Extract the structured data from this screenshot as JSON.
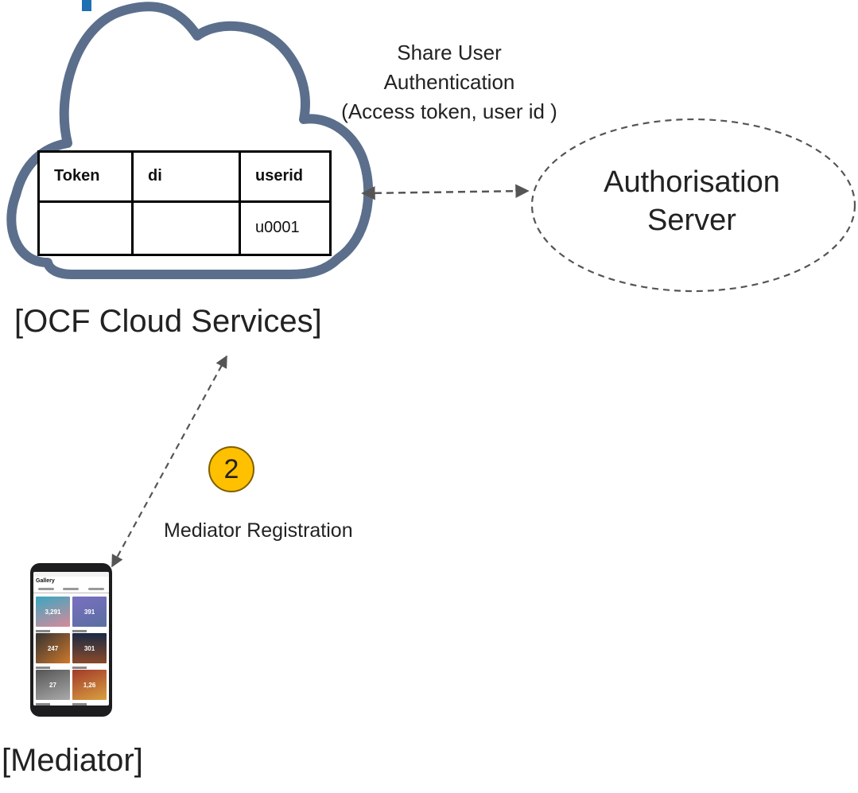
{
  "share": {
    "line1": "Share User",
    "line2": "Authentication",
    "line3": "(Access token, user id )"
  },
  "auth_server": {
    "line1": "Authorisation",
    "line2": "Server"
  },
  "cloud": {
    "label": "[OCF Cloud Services]",
    "table": {
      "headers": [
        "Token",
        "di",
        "userid"
      ],
      "row": [
        "",
        "",
        "u0001"
      ]
    }
  },
  "step": {
    "number": "2",
    "label": "Mediator Registration"
  },
  "mediator": {
    "label": "[Mediator]",
    "phone": {
      "app_title": "Gallery",
      "albums": [
        "3,291",
        "391",
        "247",
        "301",
        "27",
        "1,26"
      ]
    }
  },
  "colors": {
    "cloud_outline": "#5b6f8c",
    "badge_fill": "#ffc000",
    "badge_border": "#7f6000",
    "arrow": "#555555",
    "ellipse": "#555555"
  }
}
